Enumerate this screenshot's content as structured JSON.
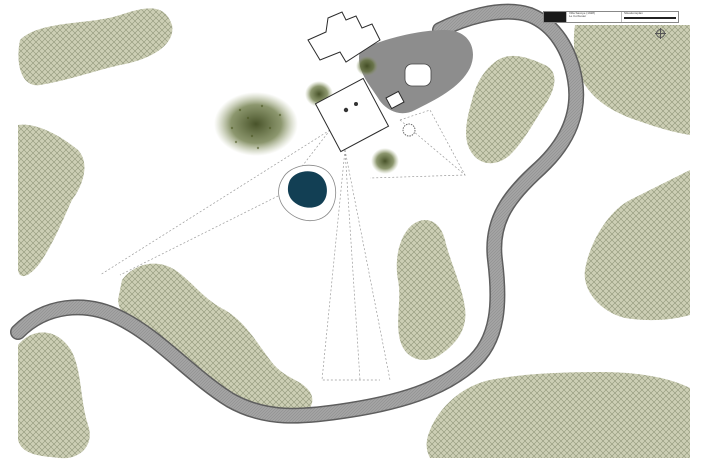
{
  "title_block": {
    "project": "Villa Savoye (1928)",
    "architect": "Le Corbusier",
    "drawing": "Situationsplan"
  },
  "icons": {
    "north_arrow": "north-arrow-icon"
  },
  "colors": {
    "hatch_fill": "#c9ccb0",
    "hatch_line": "#8c9276",
    "road": "#9a9a9a",
    "road_edge": "#6e6e6e",
    "building": "#ffffff",
    "building_outline": "#333333",
    "paving": "#8f8f8f",
    "pond": "#123f54",
    "tree": "#4d5a2a",
    "sight_lines": "#999999"
  }
}
